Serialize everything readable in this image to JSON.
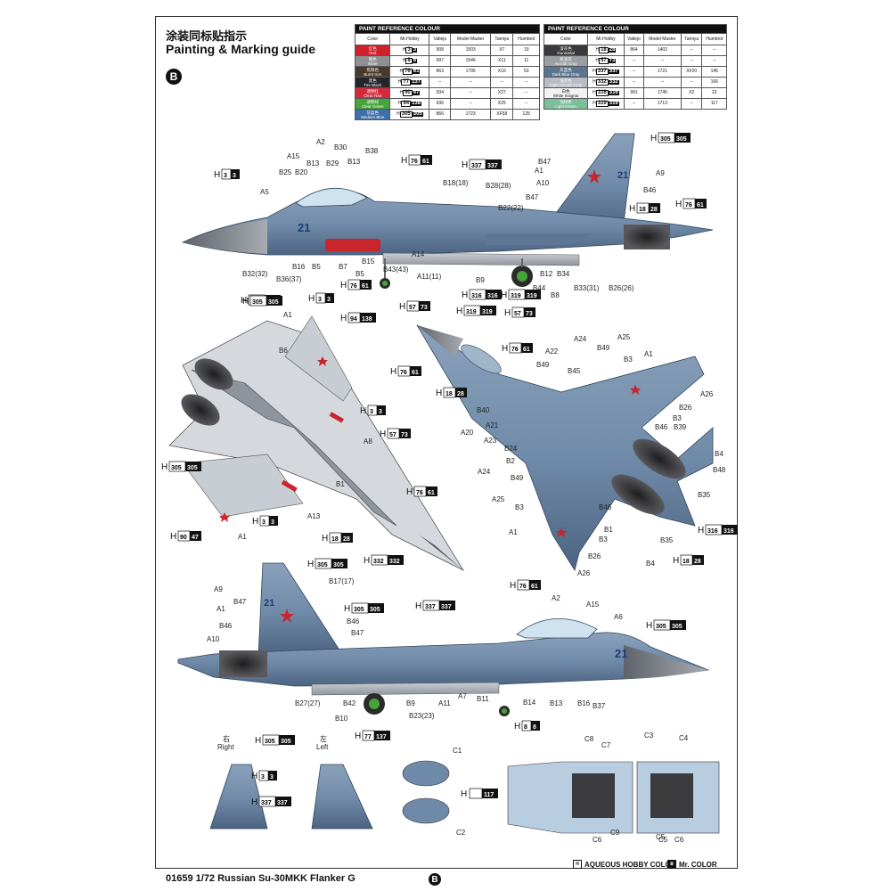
{
  "title_cn": "涂装同标贴指示",
  "title_en": "Painting & Marking guide",
  "sheet_letter": "B",
  "footer": "01659 1/72 Russian Su-30MKK Flanker G",
  "legend": {
    "hobby": "AQUEOUS HOBBY COLOR",
    "mr": "Mr. COLOR",
    "hobby_mark": "H",
    "mr_mark": "Ⅲ"
  },
  "paint_table_title": "PAINT REFERENCE COLOUR",
  "columns": [
    "Color",
    "Mr.Hobby",
    "Vallejo",
    "Model Master",
    "Tamiya",
    "Humbrol"
  ],
  "paints_left": [
    {
      "cn": "红色",
      "en": "Red",
      "hex": "#d0202a",
      "aq": "3",
      "mr": "3",
      "vallejo": "908",
      "mm": "1503",
      "tamiya": "X7",
      "humbrol": "19"
    },
    {
      "cn": "银色",
      "en": "Silver",
      "hex": "#8e9095",
      "aq": "8",
      "mr": "8",
      "vallejo": "997",
      "mm": "1546",
      "tamiya": "X11",
      "humbrol": "11"
    },
    {
      "cn": "焦铁色",
      "en": "Burnt Iron",
      "hex": "#4a3a2c",
      "aq": "76",
      "mr": "61",
      "vallejo": "863",
      "mm": "1795",
      "tamiya": "X10",
      "humbrol": "53"
    },
    {
      "cn": "黑色",
      "en": "Tire Black",
      "hex": "#26262a",
      "aq": "77",
      "mr": "137",
      "vallejo": "–",
      "mm": "–",
      "tamiya": "–",
      "humbrol": "–"
    },
    {
      "cn": "透明红",
      "en": "Clear Red",
      "hex": "#d7273a",
      "aq": "90",
      "mr": "47",
      "vallejo": "934",
      "mm": "–",
      "tamiya": "X27",
      "humbrol": "–"
    },
    {
      "cn": "透明绿",
      "en": "Clear Green",
      "hex": "#47a43b",
      "aq": "94",
      "mr": "138",
      "vallejo": "936",
      "mm": "–",
      "tamiya": "X25",
      "humbrol": "–"
    },
    {
      "cn": "灰蓝色",
      "en": "Medium Blue",
      "hex": "#3d6fa8",
      "aq": "305",
      "mr": "305",
      "vallejo": "866",
      "mm": "1723",
      "tamiya": "XF58",
      "humbrol": "125"
    }
  ],
  "paints_right": [
    {
      "cn": "漆灰色",
      "en": "Gunmetal",
      "hex": "#3a3a3d",
      "aq": "18",
      "mr": "28",
      "vallejo": "864",
      "mm": "1402",
      "tamiya": "–",
      "humbrol": "–"
    },
    {
      "cn": "机身灰",
      "en": "Aircraft Gray",
      "hex": "#9b9ea2",
      "aq": "57",
      "mr": "73",
      "vallejo": "–",
      "mm": "–",
      "tamiya": "–",
      "humbrol": "–"
    },
    {
      "cn": "灰蓝色",
      "en": "Dark Blue Gray",
      "hex": "#5a7592",
      "aq": "337",
      "mr": "337",
      "vallejo": "–",
      "mm": "1721",
      "tamiya": "XF20",
      "humbrol": "145"
    },
    {
      "cn": "浅灰色",
      "en": "Light Aircraft Gray",
      "hex": "#b8bcc4",
      "aq": "332",
      "mr": "332",
      "vallejo": "–",
      "mm": "–",
      "tamiya": "–",
      "humbrol": "166"
    },
    {
      "cn": "白色",
      "en": "White Insignia",
      "hex": "#f2f2f2",
      "aq": "316",
      "mr": "316",
      "vallejo": "991",
      "mm": "1745",
      "tamiya": "X2",
      "humbrol": "22"
    },
    {
      "cn": "浅绿色",
      "en": "Light Green",
      "hex": "#7cbf9a",
      "aq": "319",
      "mr": "319",
      "vallejo": "–",
      "mm": "1713",
      "tamiya": "–",
      "humbrol": "117"
    }
  ],
  "labels": {
    "side1": [
      "A2",
      "B30",
      "A15",
      "B13",
      "B29",
      "B13",
      "B38",
      "B25",
      "B20",
      "A5",
      "B32(32)",
      "B36(37)",
      "B16",
      "B5",
      "B7",
      "B5",
      "B15",
      "B43(43)",
      "A14",
      "A11(11)",
      "B18(18)",
      "B28(28)",
      "B22(22)",
      "B9",
      "B12",
      "B34",
      "B44",
      "B8",
      "B33(31)",
      "B26(26)",
      "B47",
      "A1",
      "A10",
      "A9",
      "B47",
      "B46"
    ],
    "side1_hcodes": [
      "H305305",
      "H3 3",
      "H76 61",
      "H337337",
      "H18 28",
      "H76 61",
      "H305305",
      "H76 61",
      "H3 3",
      "H57 73",
      "H319319",
      "H316316",
      "H57 73",
      "H319319"
    ],
    "bottom": [
      "A1",
      "B6",
      "A8",
      "B1",
      "A13",
      "A1"
    ],
    "bottom_hcodes": [
      "H305305",
      "H94 138",
      "H3 3",
      "H57 73",
      "H305305",
      "H76 61",
      "H3 3",
      "H90 47",
      "H18 28",
      "H332332"
    ],
    "top": [
      "A22",
      "A24",
      "A25",
      "B49",
      "B49",
      "A1",
      "B3",
      "B45",
      "A26",
      "B26",
      "B3",
      "B46",
      "B39",
      "B40",
      "A21",
      "A20",
      "A23",
      "B24",
      "B2",
      "A24",
      "B49",
      "A25",
      "B3",
      "B46",
      "B1",
      "B3",
      "B26",
      "A26",
      "A1",
      "B4",
      "B48",
      "B35",
      "B35",
      "B4"
    ],
    "top_hcodes": [
      "H76 61",
      "H76 61",
      "H18 28",
      "H316316",
      "H18 28"
    ],
    "side2": [
      "B17(17)",
      "A9",
      "B47",
      "A1",
      "B46",
      "A10",
      "B46",
      "B47",
      "A2",
      "A15",
      "A6",
      "B27(27)",
      "B10",
      "B42",
      "B9",
      "B23(23)",
      "A11",
      "A7",
      "B11",
      "B14",
      "B13",
      "B16",
      "B37"
    ],
    "side2_hcodes": [
      "H305305",
      "H305305",
      "H337337",
      "H76 61",
      "H305305",
      "H77 137",
      "H8 8"
    ],
    "fins": [
      "Right",
      "Left",
      "右",
      "左"
    ],
    "fin_hcodes": [
      "H305305",
      "H3 3",
      "H337337"
    ],
    "cockpit": [
      "C1",
      "C2",
      "C3",
      "C4",
      "C5",
      "C6",
      "C6",
      "C7",
      "C8",
      "C9",
      "C5"
    ],
    "cockpit_hcode": "H 117"
  },
  "side_number": "21",
  "colors": {
    "aircraft": "#6f8aa8",
    "aircraft_dark": "#57708e",
    "nose": "#9aa0a6",
    "cockpit_bg": "#b9cde0",
    "engine": "#3b3b3e"
  }
}
